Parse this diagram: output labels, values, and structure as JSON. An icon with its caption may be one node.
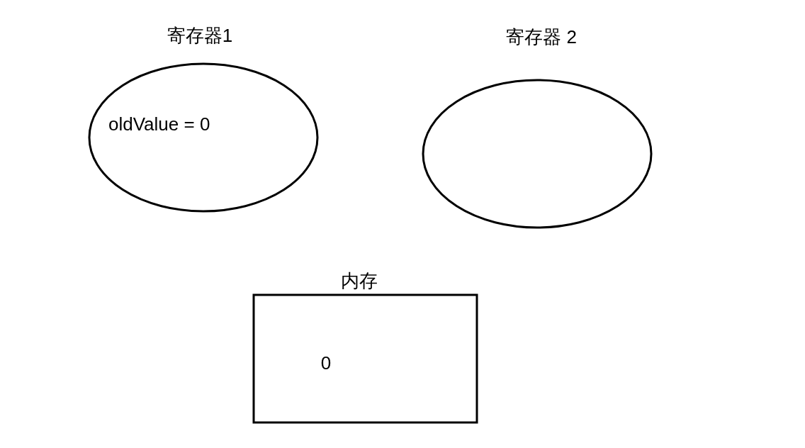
{
  "diagram": {
    "nodes": [
      {
        "text": [
          "寄存器1",
          "oldValue = 0"
        ]
      },
      {
        "text": [
          "寄存器 2"
        ]
      },
      {
        "text": [
          "内存",
          "0"
        ]
      }
    ]
  }
}
